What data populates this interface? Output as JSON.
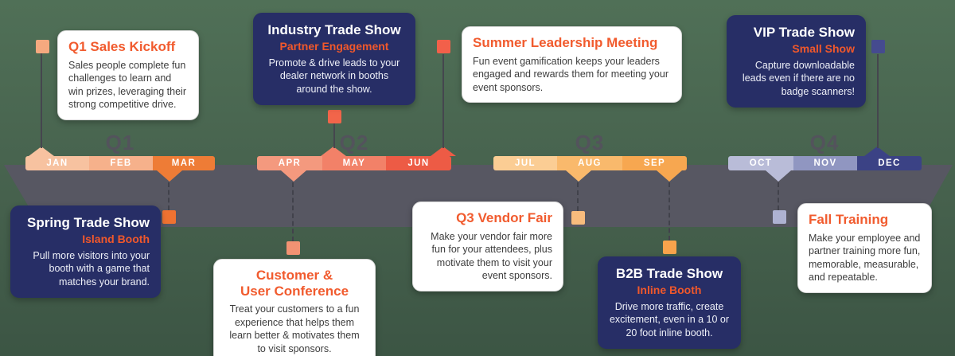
{
  "palette": {
    "background_green": "#46614d",
    "timeline_band_gray": "#575762",
    "quarter_label_gray": "#53535c",
    "navy_card": "#272e66",
    "accent_orange": "#f15b2e",
    "month_colors": {
      "JAN": "#f7c2a0",
      "FEB": "#f6b18b",
      "MAR": "#ee7c36",
      "APR": "#f4997e",
      "MAY": "#f28168",
      "JUN": "#ed5b45",
      "JUL": "#fbcd94",
      "AUG": "#f9b96c",
      "SEP": "#f7a750",
      "OCT": "#b9bcd8",
      "NOV": "#9096c1",
      "DEC": "#3b4285"
    },
    "connector_square_colors": {
      "jan": "#f5a97f",
      "mar": "#ef7231",
      "apr": "#f29273",
      "may": "#f2654a",
      "jun": "#f2604a",
      "aug": "#f8bc7d",
      "sep": "#f9a34c",
      "oct": "#aeb2d2",
      "dec": "#454b8f"
    }
  },
  "timeline": {
    "quarters": [
      {
        "label": "Q1",
        "months": [
          {
            "label": "JAN"
          },
          {
            "label": "FEB"
          },
          {
            "label": "MAR"
          }
        ]
      },
      {
        "label": "Q2",
        "months": [
          {
            "label": "APR"
          },
          {
            "label": "MAY"
          },
          {
            "label": "JUN"
          }
        ]
      },
      {
        "label": "Q3",
        "months": [
          {
            "label": "JUL"
          },
          {
            "label": "AUG"
          },
          {
            "label": "SEP"
          }
        ]
      },
      {
        "label": "Q4",
        "months": [
          {
            "label": "OCT"
          },
          {
            "label": "NOV"
          },
          {
            "label": "DEC"
          }
        ]
      }
    ]
  },
  "cards": [
    {
      "title": "Q1 Sales Kickoff",
      "body": "Sales people complete fun challenges to learn and win prizes, leveraging their strong competitive drive."
    },
    {
      "title": "Industry Trade Show",
      "subtitle": "Partner Engagement",
      "body": "Promote & drive leads to your dealer network in booths around the show."
    },
    {
      "title": "Summer Leadership Meeting",
      "body": "Fun event gamification keeps your leaders engaged and rewards them for meeting your event sponsors."
    },
    {
      "title": "VIP Trade Show",
      "subtitle": "Small Show",
      "body": "Capture downloadable leads even if there are no badge scanners!"
    },
    {
      "title": "Spring Trade Show",
      "subtitle": "Island Booth",
      "body": "Pull more visitors into your booth with a game that matches your brand."
    },
    {
      "title": "Customer &\nUser Conference",
      "body": "Treat your customers to a fun experience that helps them learn better & motivates them to visit sponsors."
    },
    {
      "title": "Q3 Vendor Fair",
      "body": "Make your vendor fair more fun for your attendees, plus motivate them to visit your event sponsors."
    },
    {
      "title": "B2B Trade Show",
      "subtitle": "Inline Booth",
      "body": "Drive more traffic, create excitement, even in a 10 or 20 foot inline booth."
    },
    {
      "title": "Fall Training",
      "body": "Make your employee and partner training more fun, memorable, measurable, and repeatable."
    }
  ]
}
